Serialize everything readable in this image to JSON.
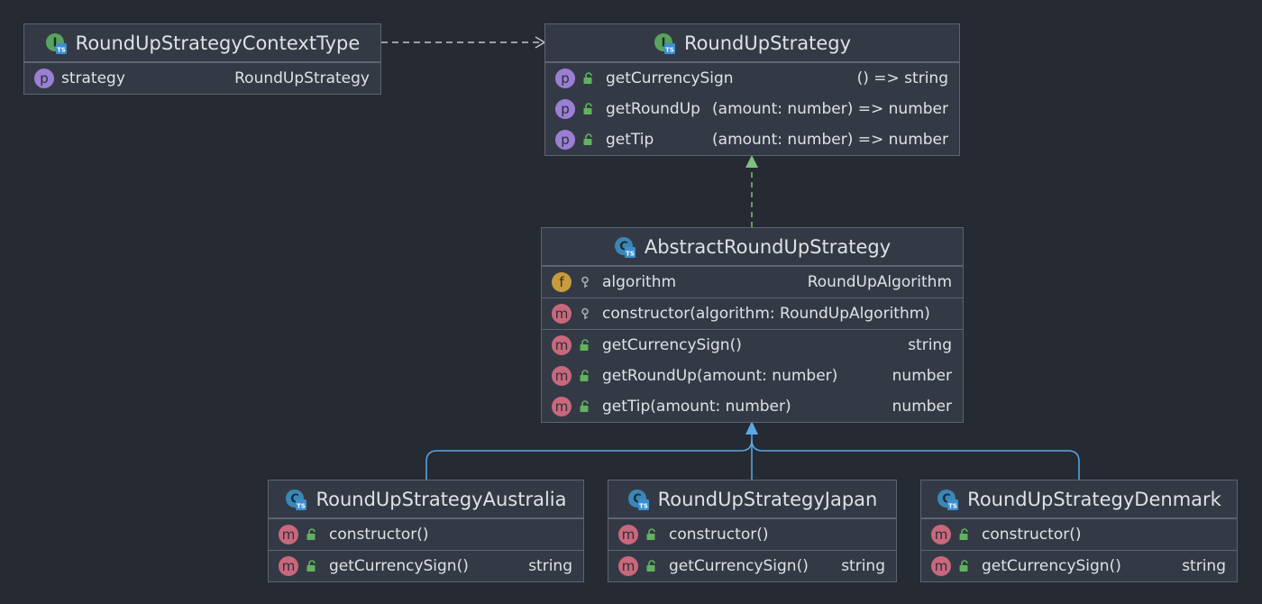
{
  "colors": {
    "background": "#262a33",
    "box": "#343a45",
    "border": "#5d6470",
    "property_badge": "#9a7fd4",
    "method_badge": "#c9687c",
    "field_badge": "#c99b3d",
    "implements_arrow": "#7ec07e",
    "extends_arrow": "#5aa9e6",
    "dependency_arrow": "#c0c4cc"
  },
  "context": {
    "title": "RoundUpStrategyContextType",
    "badge": "p",
    "field_name": "strategy",
    "field_type": "RoundUpStrategy"
  },
  "strategy": {
    "title": "RoundUpStrategy",
    "badge": "p",
    "members": [
      {
        "name": "getCurrencySign",
        "type": "() => string"
      },
      {
        "name": "getRoundUp",
        "type": "(amount: number) => number"
      },
      {
        "name": "getTip",
        "type": "(amount: number) => number"
      }
    ]
  },
  "abstract": {
    "title": "AbstractRoundUpStrategy",
    "field_badge": "f",
    "method_badge": "m",
    "field_name": "algorithm",
    "field_type": "RoundUpAlgorithm",
    "constructor": "constructor(algorithm: RoundUpAlgorithm)",
    "methods": [
      {
        "name": "getCurrencySign()",
        "type": "string"
      },
      {
        "name": "getRoundUp(amount: number)",
        "type": "number"
      },
      {
        "name": "getTip(amount: number)",
        "type": "number"
      }
    ]
  },
  "australia": {
    "title": "RoundUpStrategyAustralia",
    "badge": "m",
    "constructor": "constructor()",
    "method_name": "getCurrencySign()",
    "method_type": "string"
  },
  "japan": {
    "title": "RoundUpStrategyJapan",
    "badge": "m",
    "constructor": "constructor()",
    "method_name": "getCurrencySign()",
    "method_type": "string"
  },
  "denmark": {
    "title": "RoundUpStrategyDenmark",
    "badge": "m",
    "constructor": "constructor()",
    "method_name": "getCurrencySign()",
    "method_type": "string"
  }
}
